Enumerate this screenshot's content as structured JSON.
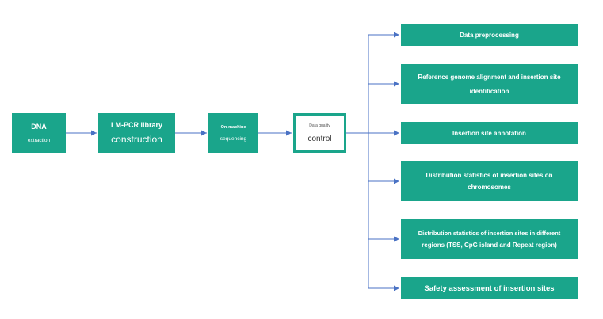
{
  "pipeline": {
    "dna": {
      "line1": "DNA",
      "line2": "extraction"
    },
    "lm_pcr": {
      "line1": "LM-PCR library",
      "line2": "construction"
    },
    "sequencing": {
      "line1": "On-machine",
      "line2": "sequencing"
    },
    "quality": {
      "line1": "Data quality",
      "line2": "control"
    }
  },
  "analysis": [
    {
      "line1": "Data preprocessing"
    },
    {
      "line1": "Reference genome alignment and insertion site",
      "line2": "identification"
    },
    {
      "line1": "Insertion site annotation"
    },
    {
      "line1": "Distribution statistics of insertion sites on",
      "line2": "chromosomes"
    },
    {
      "line1": "Distribution statistics of insertion sites in different",
      "line2": "regions (TSS, CpG island and Repeat region)"
    },
    {
      "line1": "Safety assessment of insertion sites"
    }
  ],
  "colors": {
    "box_fill": "#1aa58b",
    "connector": "#4a72c4",
    "outline_box_border": "#1aa58b"
  }
}
